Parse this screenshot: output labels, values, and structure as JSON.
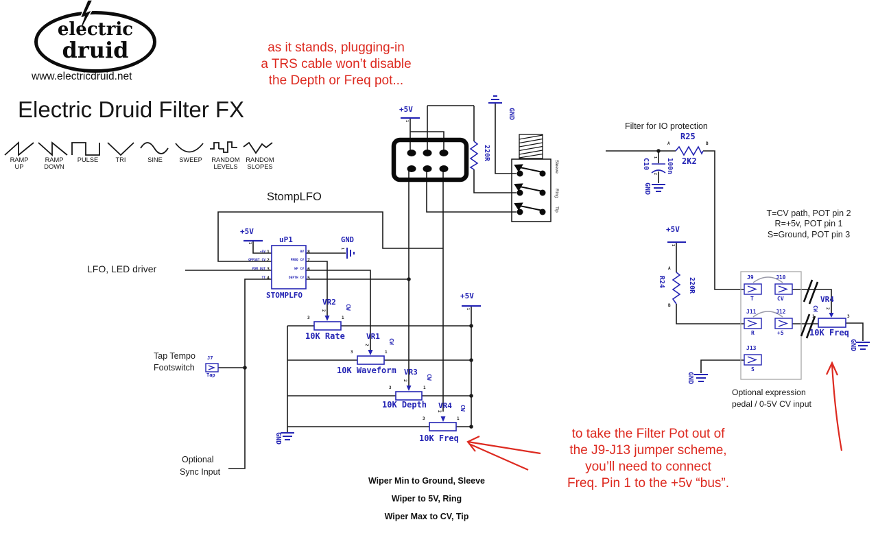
{
  "colors": {
    "blue": "#2424b4",
    "wire": "#1a1a1a",
    "red": "#dd2a20"
  },
  "logo": {
    "line1": "electric",
    "line2": "druid",
    "url": "www.electricdruid.net"
  },
  "title": "Electric Druid Filter FX",
  "section": {
    "stomplfo": "StompLFO"
  },
  "notes": {
    "top_red": [
      "as it stands, plugging-in",
      "a TRS cable won’t disable",
      "the Depth or Freq pot..."
    ],
    "bottom_red": [
      "to take the Filter Pot out of",
      "the J9-J13 jumper scheme,",
      "you’ll need to connect",
      "Freq. Pin 1 to the +5v “bus”."
    ],
    "wiper": [
      "Wiper Min to Ground, Sleeve",
      "Wiper to 5V, Ring",
      "Wiper Max to CV, Tip"
    ],
    "filter_io": "Filter for IO protection",
    "pot_mapping": [
      "T=CV path, POT pin 2",
      "R=+5v, POT pin 1",
      "S=Ground, POT pin 3"
    ],
    "expression": [
      "Optional expression",
      "pedal / 0-5V CV input"
    ],
    "lfo_driver": "LFO, LED driver",
    "tap1": "Tap Tempo",
    "tap2": "Footswitch",
    "sync1": "Optional",
    "sync2": "Sync Input"
  },
  "waveforms": [
    {
      "name": "ramp-up",
      "l1": "RAMP",
      "l2": "UP"
    },
    {
      "name": "ramp-down",
      "l1": "RAMP",
      "l2": "DOWN"
    },
    {
      "name": "pulse",
      "l1": "PULSE",
      "l2": ""
    },
    {
      "name": "tri",
      "l1": "TRI",
      "l2": ""
    },
    {
      "name": "sine",
      "l1": "SINE",
      "l2": ""
    },
    {
      "name": "sweep",
      "l1": "SWEEP",
      "l2": ""
    },
    {
      "name": "random-levels",
      "l1": "RANDOM",
      "l2": "LEVELS"
    },
    {
      "name": "random-slopes",
      "l1": "RANDOM",
      "l2": "SLOPES"
    }
  ],
  "chip": {
    "ref": "uP1",
    "device": "STOMPLFO",
    "pins_left": [
      {
        "n": "1",
        "name": "+5V"
      },
      {
        "n": "2",
        "name": "OFFSET CV"
      },
      {
        "n": "3",
        "name": "PDM OUT"
      },
      {
        "n": "4",
        "name": "TT"
      }
    ],
    "pins_right": [
      {
        "n": "8",
        "name": "0V"
      },
      {
        "n": "7",
        "name": "FREQ CV"
      },
      {
        "n": "6",
        "name": "WF CV"
      },
      {
        "n": "5",
        "name": "DEPTH CV"
      }
    ]
  },
  "net": {
    "p5": "+5V",
    "gnd": "GND",
    "one": "1"
  },
  "pots": [
    {
      "ref": "VR2",
      "value": "10K Rate",
      "w": "2",
      "l": "3",
      "r": "1",
      "cw": "CW"
    },
    {
      "ref": "VR1",
      "value": "10K Waveform",
      "w": "2",
      "l": "3",
      "r": "1",
      "cw": "CW"
    },
    {
      "ref": "VR3",
      "value": "10K Depth",
      "w": "2",
      "l": "3",
      "r": "1",
      "cw": "CW"
    },
    {
      "ref": "VR4",
      "value": "10K Freq",
      "w": "2",
      "l": "3",
      "r": "1",
      "cw": "CW"
    },
    {
      "ref": "VR4",
      "value": "10K Freq",
      "w": "2",
      "l": "1",
      "r": "3",
      "cw": "CW"
    }
  ],
  "parts": {
    "r_conn": {
      "value": "220R"
    },
    "r25": {
      "ref": "R25",
      "value": "2K2",
      "a": "A",
      "b": "B"
    },
    "r24": {
      "ref": "R24",
      "value": "220R",
      "a": "A",
      "b": "B"
    },
    "c10": {
      "ref": "C10",
      "value": "100n",
      "p1": "1",
      "p2": "2"
    }
  },
  "trs": {
    "sleeve": "Sleeve",
    "ring": "Ring",
    "tip": "Tip"
  },
  "jumpers": {
    "j7": {
      "ref": "J7",
      "label": "Tap"
    },
    "j9": {
      "ref": "J9",
      "label": "T"
    },
    "j10": {
      "ref": "J10",
      "label": "CV"
    },
    "j11": {
      "ref": "J11",
      "label": "R"
    },
    "j12": {
      "ref": "J12",
      "label": "+5"
    },
    "j13": {
      "ref": "J13",
      "label": "S"
    }
  }
}
